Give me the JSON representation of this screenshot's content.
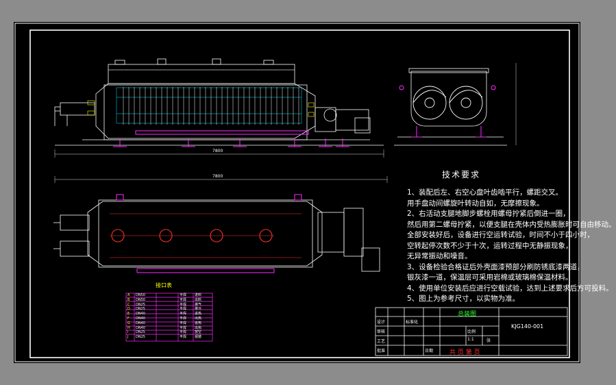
{
  "drawing": {
    "frame_color": "#ffffff",
    "background_color": "#000000",
    "line_colors": {
      "main": "#ffffff",
      "cyan": "#00e5ff",
      "magenta": "#ff2bff",
      "yellow": "#ffff00",
      "green": "#2bff2b",
      "red": "#ff3030"
    }
  },
  "dimensions": {
    "front_overall": "7800",
    "top_overall": "7800"
  },
  "technical_requirements": {
    "title": "技术要求",
    "lines": [
      "1、装配后左、右空心盘叶齿啮平行，螺距交叉。",
      "    用手盘动间螺旋叶转动自如，无摩擦现象。",
      "2、右活动支腿地脚步螺栓用螺母拧紧后倒进一圈，",
      "然后用第二螺母拧紧，以便支腿在壳体内受热膨胀时可自由移动。",
      "全部安装好后，设备进行空运转试验，时间不小于四小时，",
      "空转起停次数不少于十次，运转过程中无静振现象，",
      "无异常振动和噪音。",
      "3、设备检验合格证后外壳面漆预部分刷防锈底漆两道，",
      "银灰漆一道，保温层可采用岩棉或玻璃棉保温材料。",
      "4、使用单位安装后应进行空载试验，达到上述要求后方可投料。",
      "5、图上为参考尺寸，以实物为准。"
    ]
  },
  "nozzle_table": {
    "title": "接口表",
    "rows": [
      [
        "A",
        "DN50",
        "",
        "平焊",
        "进料"
      ],
      [
        "B",
        "DN50",
        "",
        "平焊",
        "出料"
      ],
      [
        "C",
        "DN25",
        "",
        "平焊",
        "排气"
      ],
      [
        "D",
        "DN25",
        "",
        "平焊",
        "排污"
      ],
      [
        "E",
        "DN40",
        "",
        "平焊",
        "进热"
      ],
      [
        "F",
        "DN40",
        "",
        "平焊",
        "出热"
      ],
      [
        "G",
        "DN40",
        "",
        "平焊",
        "进热"
      ],
      [
        "H",
        "DN40",
        "",
        "平焊",
        "出热"
      ],
      [
        "I",
        "DN25",
        "",
        "平焊",
        "放空"
      ],
      [
        "J",
        "DN25",
        "",
        "平焊",
        "视镜"
      ]
    ]
  },
  "title_block": {
    "drawing_name": "总装图",
    "drawing_number": "KJG140-001",
    "company": "共  页  第  页",
    "labels": [
      "设计",
      "审核",
      "工艺",
      "批准",
      "标准化",
      "日期"
    ],
    "scale_label": "比例",
    "scale_value": "1:1",
    "sheet_label": "张"
  }
}
